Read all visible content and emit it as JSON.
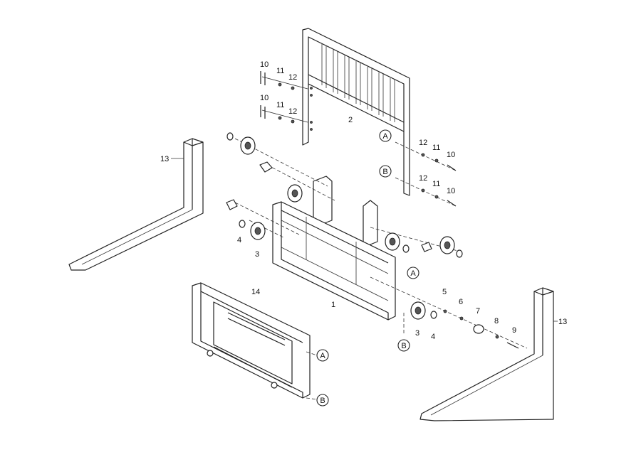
{
  "diagram": {
    "parts": {
      "carriage": "1",
      "backrest": "2",
      "roller": "3",
      "ring": "4",
      "part5": "5",
      "part6": "6",
      "part7": "7",
      "part8": "8",
      "part9": "9",
      "bolt": "10",
      "washer": "11",
      "nut": "12",
      "fork": "13",
      "sideshifter": "14"
    },
    "refs": {
      "a": "A",
      "b": "B"
    }
  }
}
